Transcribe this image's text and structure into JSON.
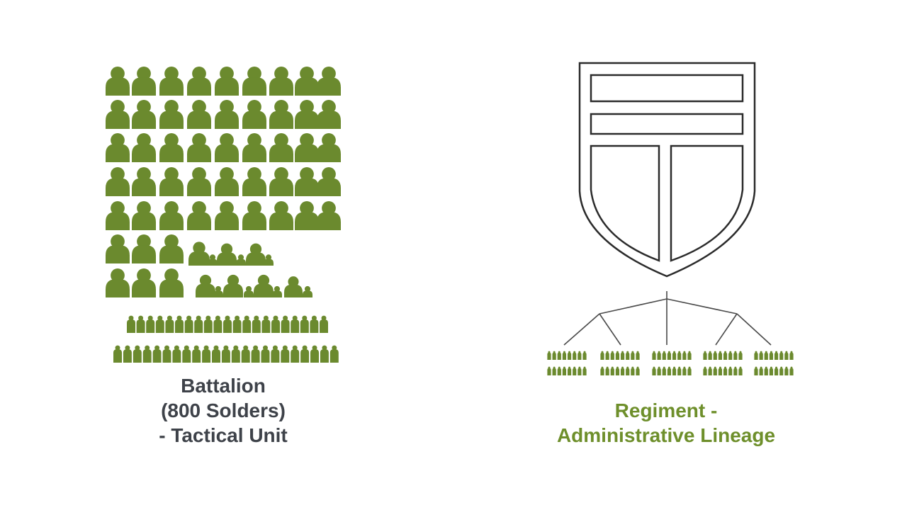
{
  "colors": {
    "soldier_green": "#6b8a2e",
    "caption_gray": "#3e4249",
    "caption_green": "#6e8f2b",
    "outline": "#2b2b2b",
    "branch_line": "#4a4a4a"
  },
  "icons": {
    "soldier": "person-silhouette-icon",
    "crest": "shield-crest-icon"
  },
  "battalion": {
    "caption_lines": [
      "Battalion",
      "(800 Solders)",
      "- Tactical Unit"
    ]
  },
  "regiment": {
    "caption_lines": [
      "Regiment -",
      "Administrative Lineage"
    ],
    "battalion_group_count": 5
  }
}
